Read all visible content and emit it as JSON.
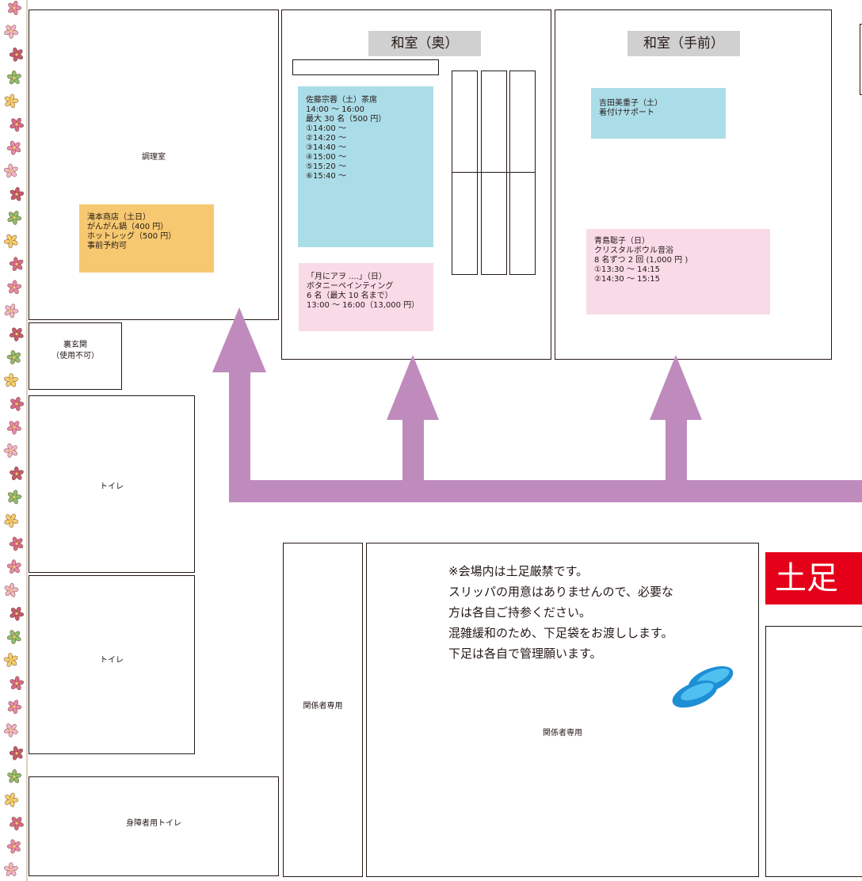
{
  "rooms": {
    "kitchen": "調理室",
    "back_entrance": "裏玄関\n（使用不可）",
    "toilet_1": "トイレ",
    "toilet_2": "トイレ",
    "accessible_toilet": "身障者用トイレ",
    "staff_only_narrow": "関係者専用",
    "staff_only_wide": "関係者専用",
    "washitsu_back": "和室（奥）",
    "washitsu_front": "和室（手前）"
  },
  "notes": {
    "takimoto": [
      "滝本商店（土日）",
      "がんがん鍋（400 円）",
      "ホットレッグ（500 円）",
      "事前予約可"
    ],
    "sato": [
      "佐藤宗蓉（土）茶席",
      "14:00 ～ 16:00",
      "最大 30 名（500 円）",
      "①14:00 ～",
      "②14:20 ～",
      "③14:40 ～",
      "④15:00 ～",
      "⑤15:20 ～",
      "⑥15:40 ～"
    ],
    "tsuki": [
      "「月にアヲ ....」（日）",
      "ボタニーペインティング",
      "6 名（最大 10 名まで）",
      "13:00 ～ 16:00（13,000 円）"
    ],
    "yoshida": [
      "吉田美重子（土）",
      "着付けサポート"
    ],
    "aoshima": [
      "青島聡子（日）",
      "クリスタルボウル音浴",
      "8 名ずつ 2 回 (1,000 円 )",
      "①13:30 ～ 14:15",
      "②14:30 ～ 15:15"
    ]
  },
  "notice": [
    "※会場内は土足厳禁です。",
    "スリッパの用意はありませんので、必要な",
    "方は各自ご持参ください。",
    "混雑緩和のため、下足袋をお渡しします。",
    "下足は各自で管理願います。"
  ],
  "banner": "土足",
  "colors": {
    "arrow": "#bf8bbd",
    "blue_note": "#abdde8",
    "pink_note": "#f9dbe8",
    "orange_note": "#f6c870",
    "banner_red": "#e50019",
    "slipper": "#29a3e0"
  },
  "icons": [
    "flower-border-icon",
    "slippers-icon"
  ]
}
